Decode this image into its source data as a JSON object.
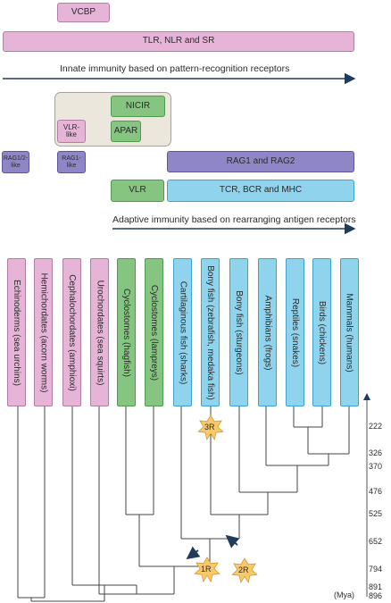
{
  "top_bars": {
    "vcbp": "VCBP",
    "tlr": "TLR, NLR and SR",
    "innate_caption": "Innate immunity based on pattern-recognition receptors"
  },
  "adaptive_bars": {
    "nicir": "NICIR",
    "apar": "APAR",
    "vlr_like": "VLR-like",
    "rag12_like": "RAG1/2-like",
    "rag1_like": "RAG1-like",
    "rag1_rag2": "RAG1 and RAG2",
    "vlr": "VLR",
    "tcr": "TCR, BCR and MHC",
    "adaptive_caption": "Adaptive immunity based on rearranging antigen receptors"
  },
  "taxa": [
    {
      "label": "Echinoderms (sea urchins)",
      "color": "#e6b4d6"
    },
    {
      "label": "Hemichordates (acorn worms)",
      "color": "#e6b4d6"
    },
    {
      "label": "Cephalochordates (amphioxi)",
      "color": "#e6b4d6"
    },
    {
      "label": "Urochordates (sea squirts)",
      "color": "#e6b4d6"
    },
    {
      "label": "Cyclostomes (hagfish)",
      "color": "#86c481"
    },
    {
      "label": "Cyclostomes (lampreys)",
      "color": "#86c481"
    },
    {
      "label": "Cartilaginous fish (sharks)",
      "color": "#8fd3ec"
    },
    {
      "label": "Bony fish (zebrafish, medaka fish)",
      "color": "#8fd3ec"
    },
    {
      "label": "Bony fish (sturgeons)",
      "color": "#8fd3ec"
    },
    {
      "label": "Amphibians (frogs)",
      "color": "#8fd3ec"
    },
    {
      "label": "Reptiles (snakes)",
      "color": "#8fd3ec"
    },
    {
      "label": "Birds (chickens)",
      "color": "#8fd3ec"
    },
    {
      "label": "Mammals (humans)",
      "color": "#8fd3ec"
    }
  ],
  "axis": {
    "unit": "(Mya)",
    "ticks": [
      "222",
      "326",
      "370",
      "476",
      "525",
      "652",
      "794",
      "891",
      "896"
    ]
  },
  "events": {
    "r3": "3R",
    "r2": "2R",
    "r1": "1R"
  },
  "colors": {
    "innate_pink": "#e6b4d6",
    "cyclostome_green": "#86c481",
    "rag_purple": "#8f86c7",
    "gnathostome_cyan": "#8fd3ec",
    "arrow_navy": "#1f3c5a",
    "burst_yellow": "#f7c96b"
  }
}
